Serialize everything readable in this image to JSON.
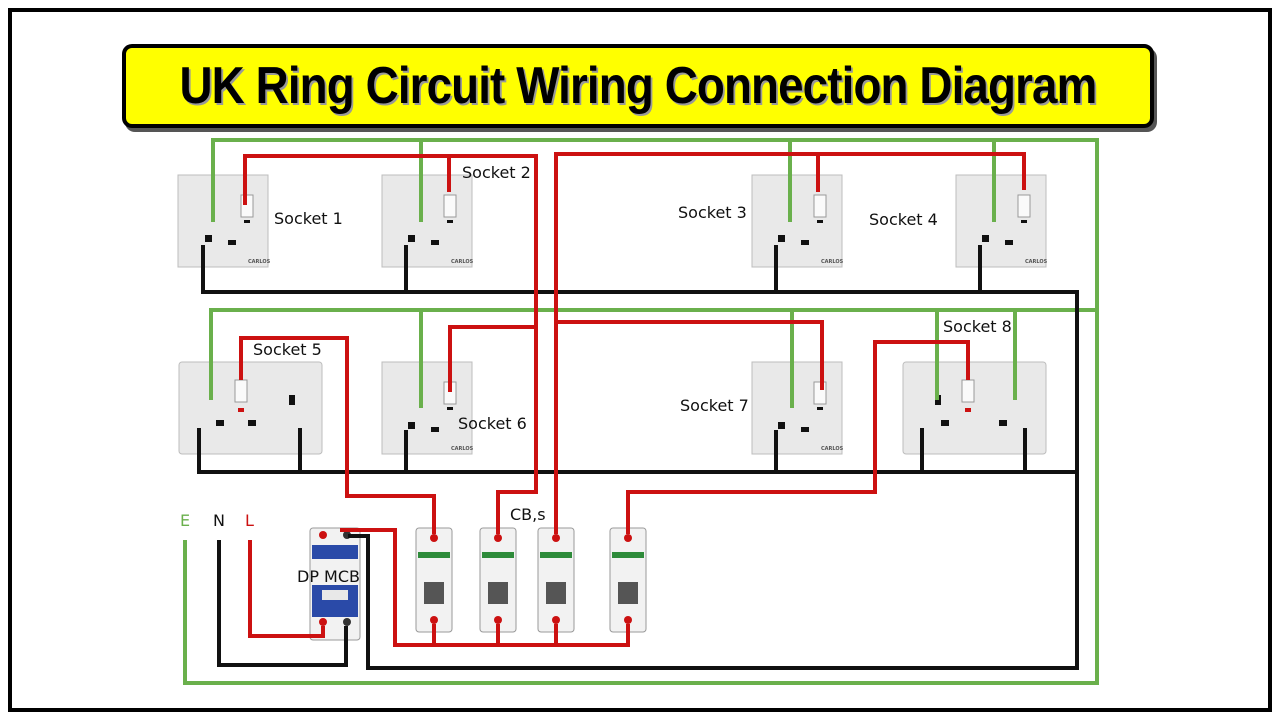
{
  "title": "UK Ring Circuit Wiring Connection Diagram",
  "sockets": {
    "s1": "Socket 1",
    "s2": "Socket 2",
    "s3": "Socket 3",
    "s4": "Socket 4",
    "s5": "Socket 5",
    "s6": "Socket 6",
    "s7": "Socket 7",
    "s8": "Socket 8"
  },
  "socket_brand": "CARLOS",
  "mcb_label": "DP MCB",
  "cbs_label": "CB,s",
  "mains": {
    "earth": "E",
    "neutral": "N",
    "live": "L"
  },
  "colors": {
    "live": "#cc1111",
    "neutral": "#111111",
    "earth": "#6ab04c",
    "title_bg": "#ffff00"
  }
}
